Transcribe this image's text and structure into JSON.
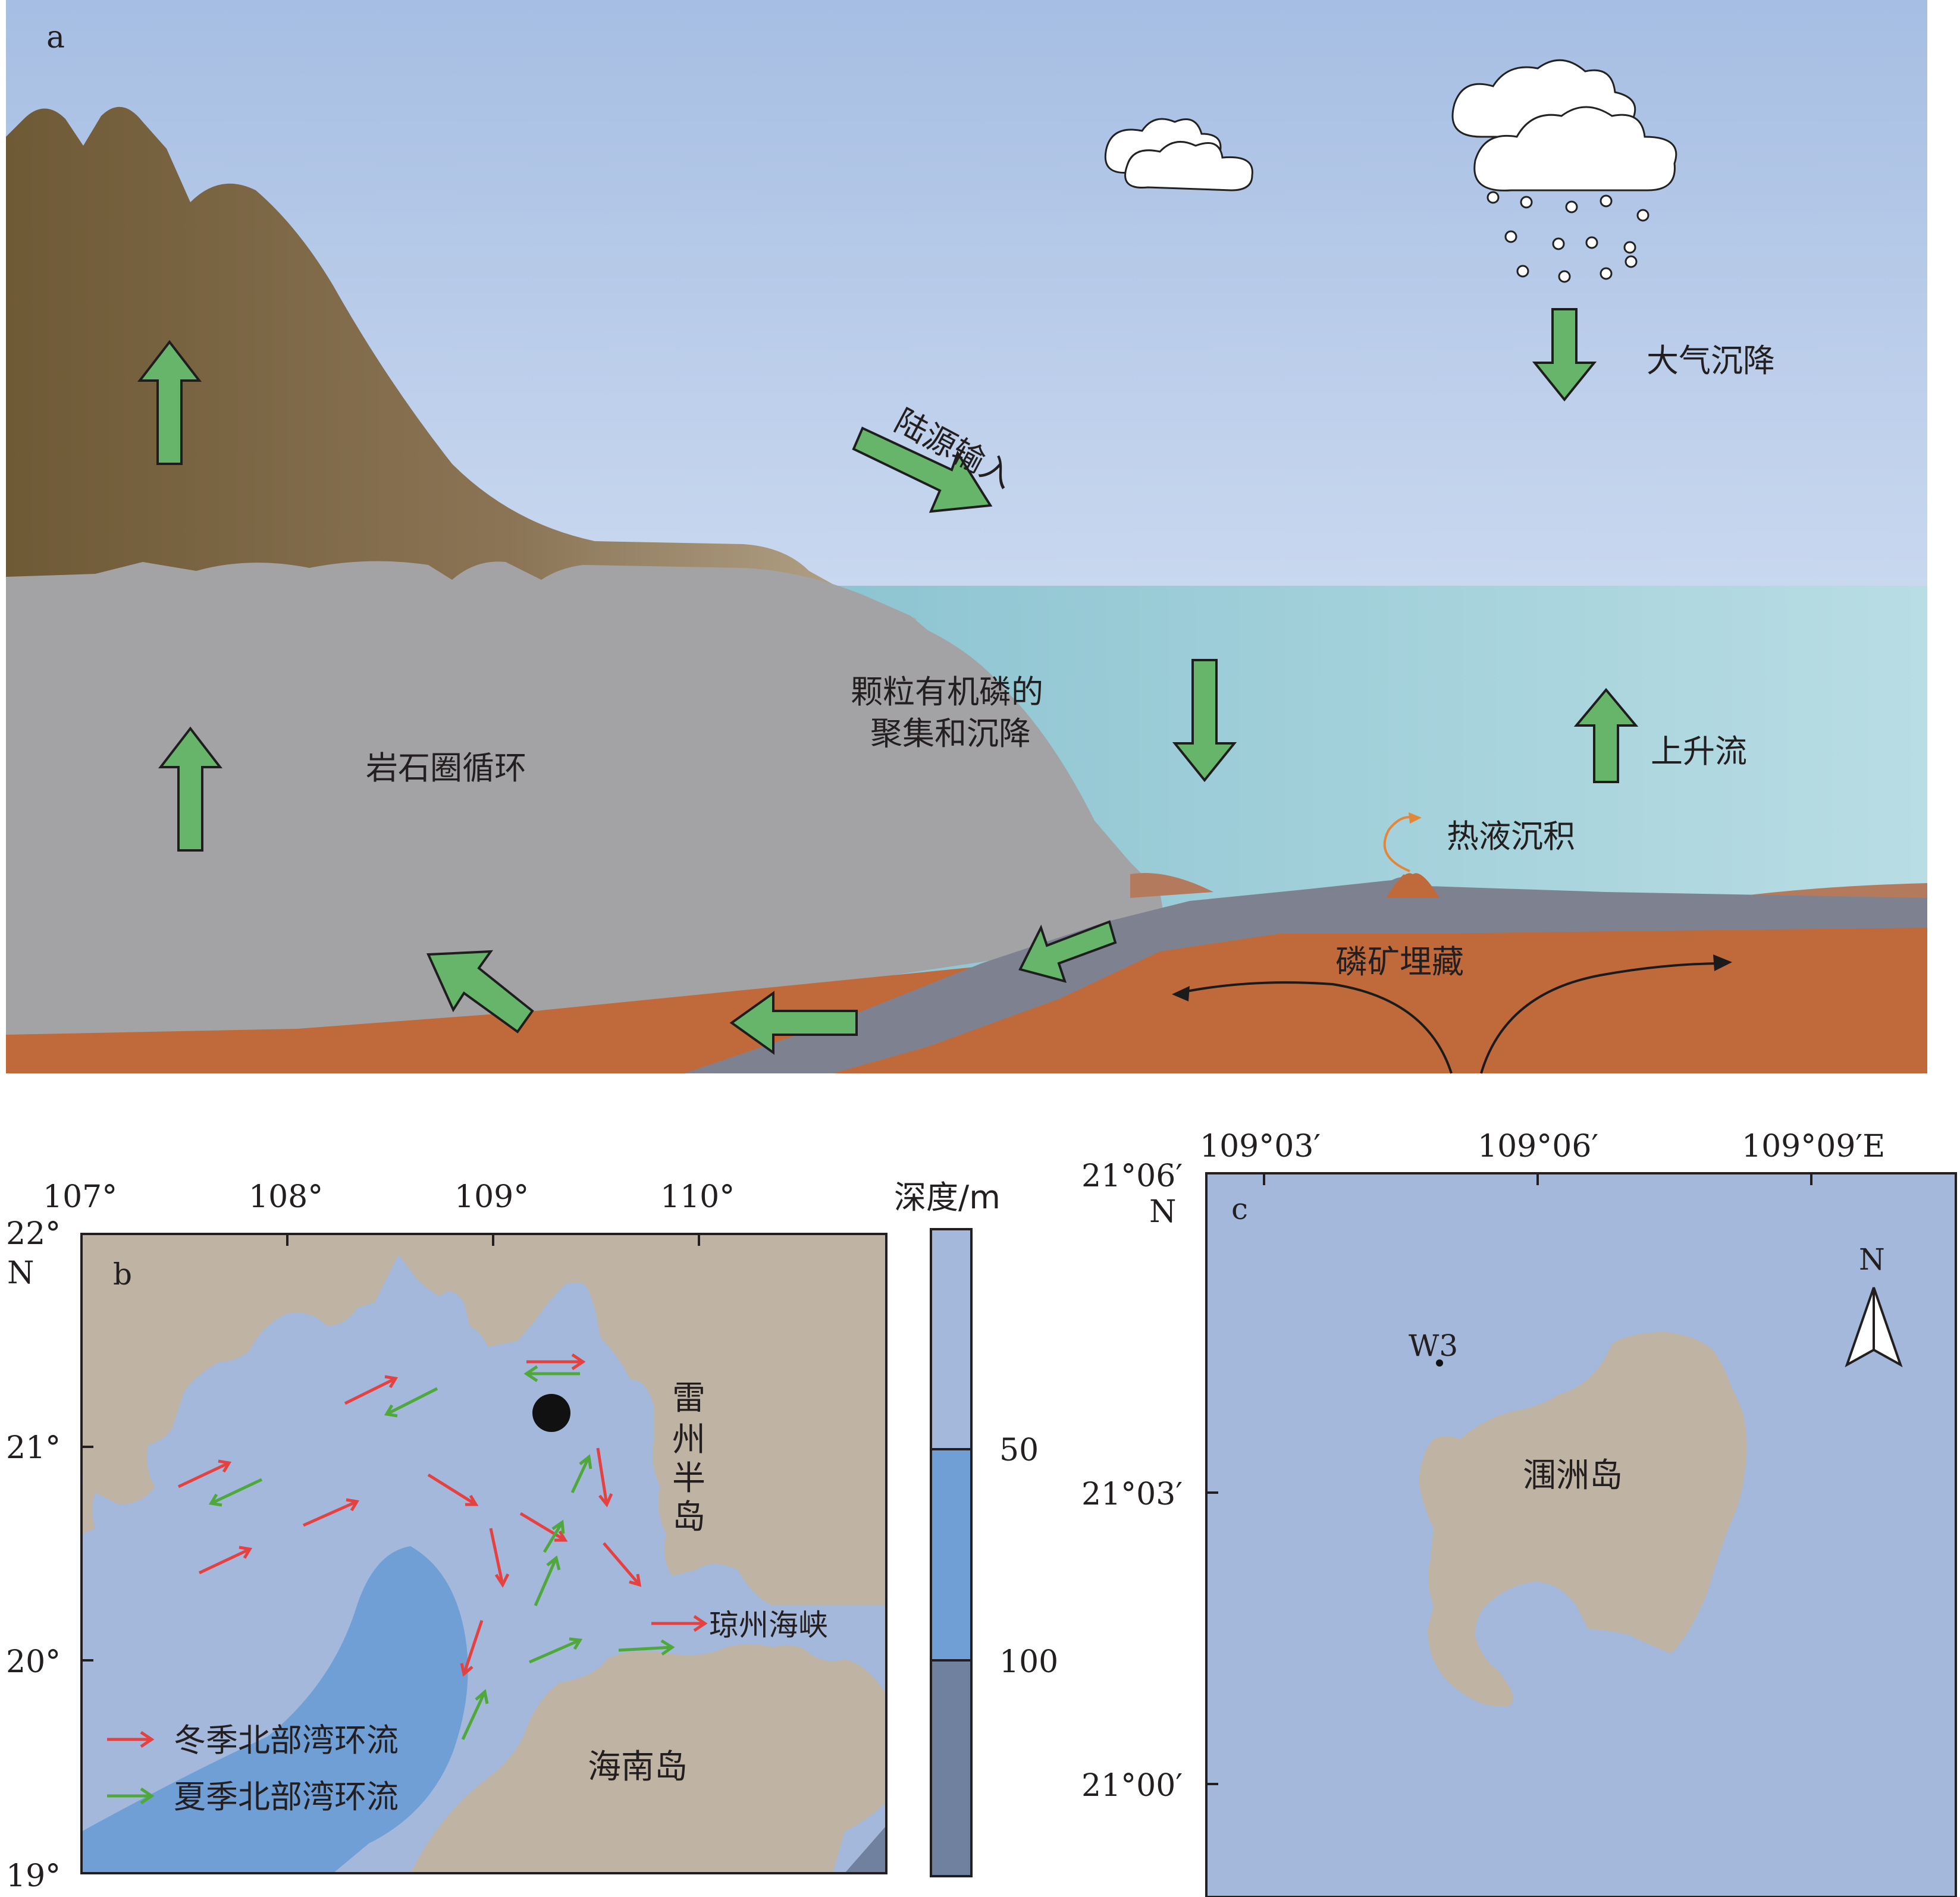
{
  "panel_a": {
    "label": "a",
    "terrestrial_input": "陆源输入",
    "atmospheric_deposition": "大气沉降",
    "lithosphere_cycle": "岩石圈循环",
    "particle_label_line1": "颗粒有机磷的",
    "particle_label_line2": "聚集和沉降",
    "upwelling": "上升流",
    "hydrothermal": "热液沉积",
    "burial": "磷矿埋藏",
    "colors": {
      "sky": "#a9c0e4",
      "mountain": "#7a6441",
      "rock": "#a3a3a5",
      "sea": "#94c8d4",
      "sediment": "#c0693a",
      "arrow": "#67b56a"
    }
  },
  "panel_b": {
    "label": "b",
    "lon_ticks": [
      "107°",
      "108°",
      "109°",
      "110°"
    ],
    "lat_ticks": [
      "22°",
      "N",
      "21°",
      "20°",
      "19°"
    ],
    "depth_title": "深度/m",
    "depth_ticks": [
      "50",
      "100"
    ],
    "leizhou": [
      "雷",
      "州",
      "半",
      "岛"
    ],
    "qiongzhou": "琼州海峡",
    "hainan": "海南岛",
    "legend_winter": "冬季北部湾环流",
    "legend_summer": "夏季北部湾环流",
    "colors": {
      "land": "#bfb3a3",
      "shallow": "#a3b8db",
      "mid": "#709fd6",
      "deep": "#6f819e",
      "winter": "#e54141",
      "summer": "#4fa83a"
    }
  },
  "panel_c": {
    "label": "c",
    "lon_ticks": [
      "109°03′",
      "109°06′",
      "109°09′E"
    ],
    "lat_ticks": [
      "21°06′",
      "N",
      "21°03′",
      "21°00′"
    ],
    "north": "N",
    "station": "W3",
    "island": "涠洲岛",
    "colors": {
      "water": "#a3b8db",
      "island": "#bfb3a3"
    }
  }
}
